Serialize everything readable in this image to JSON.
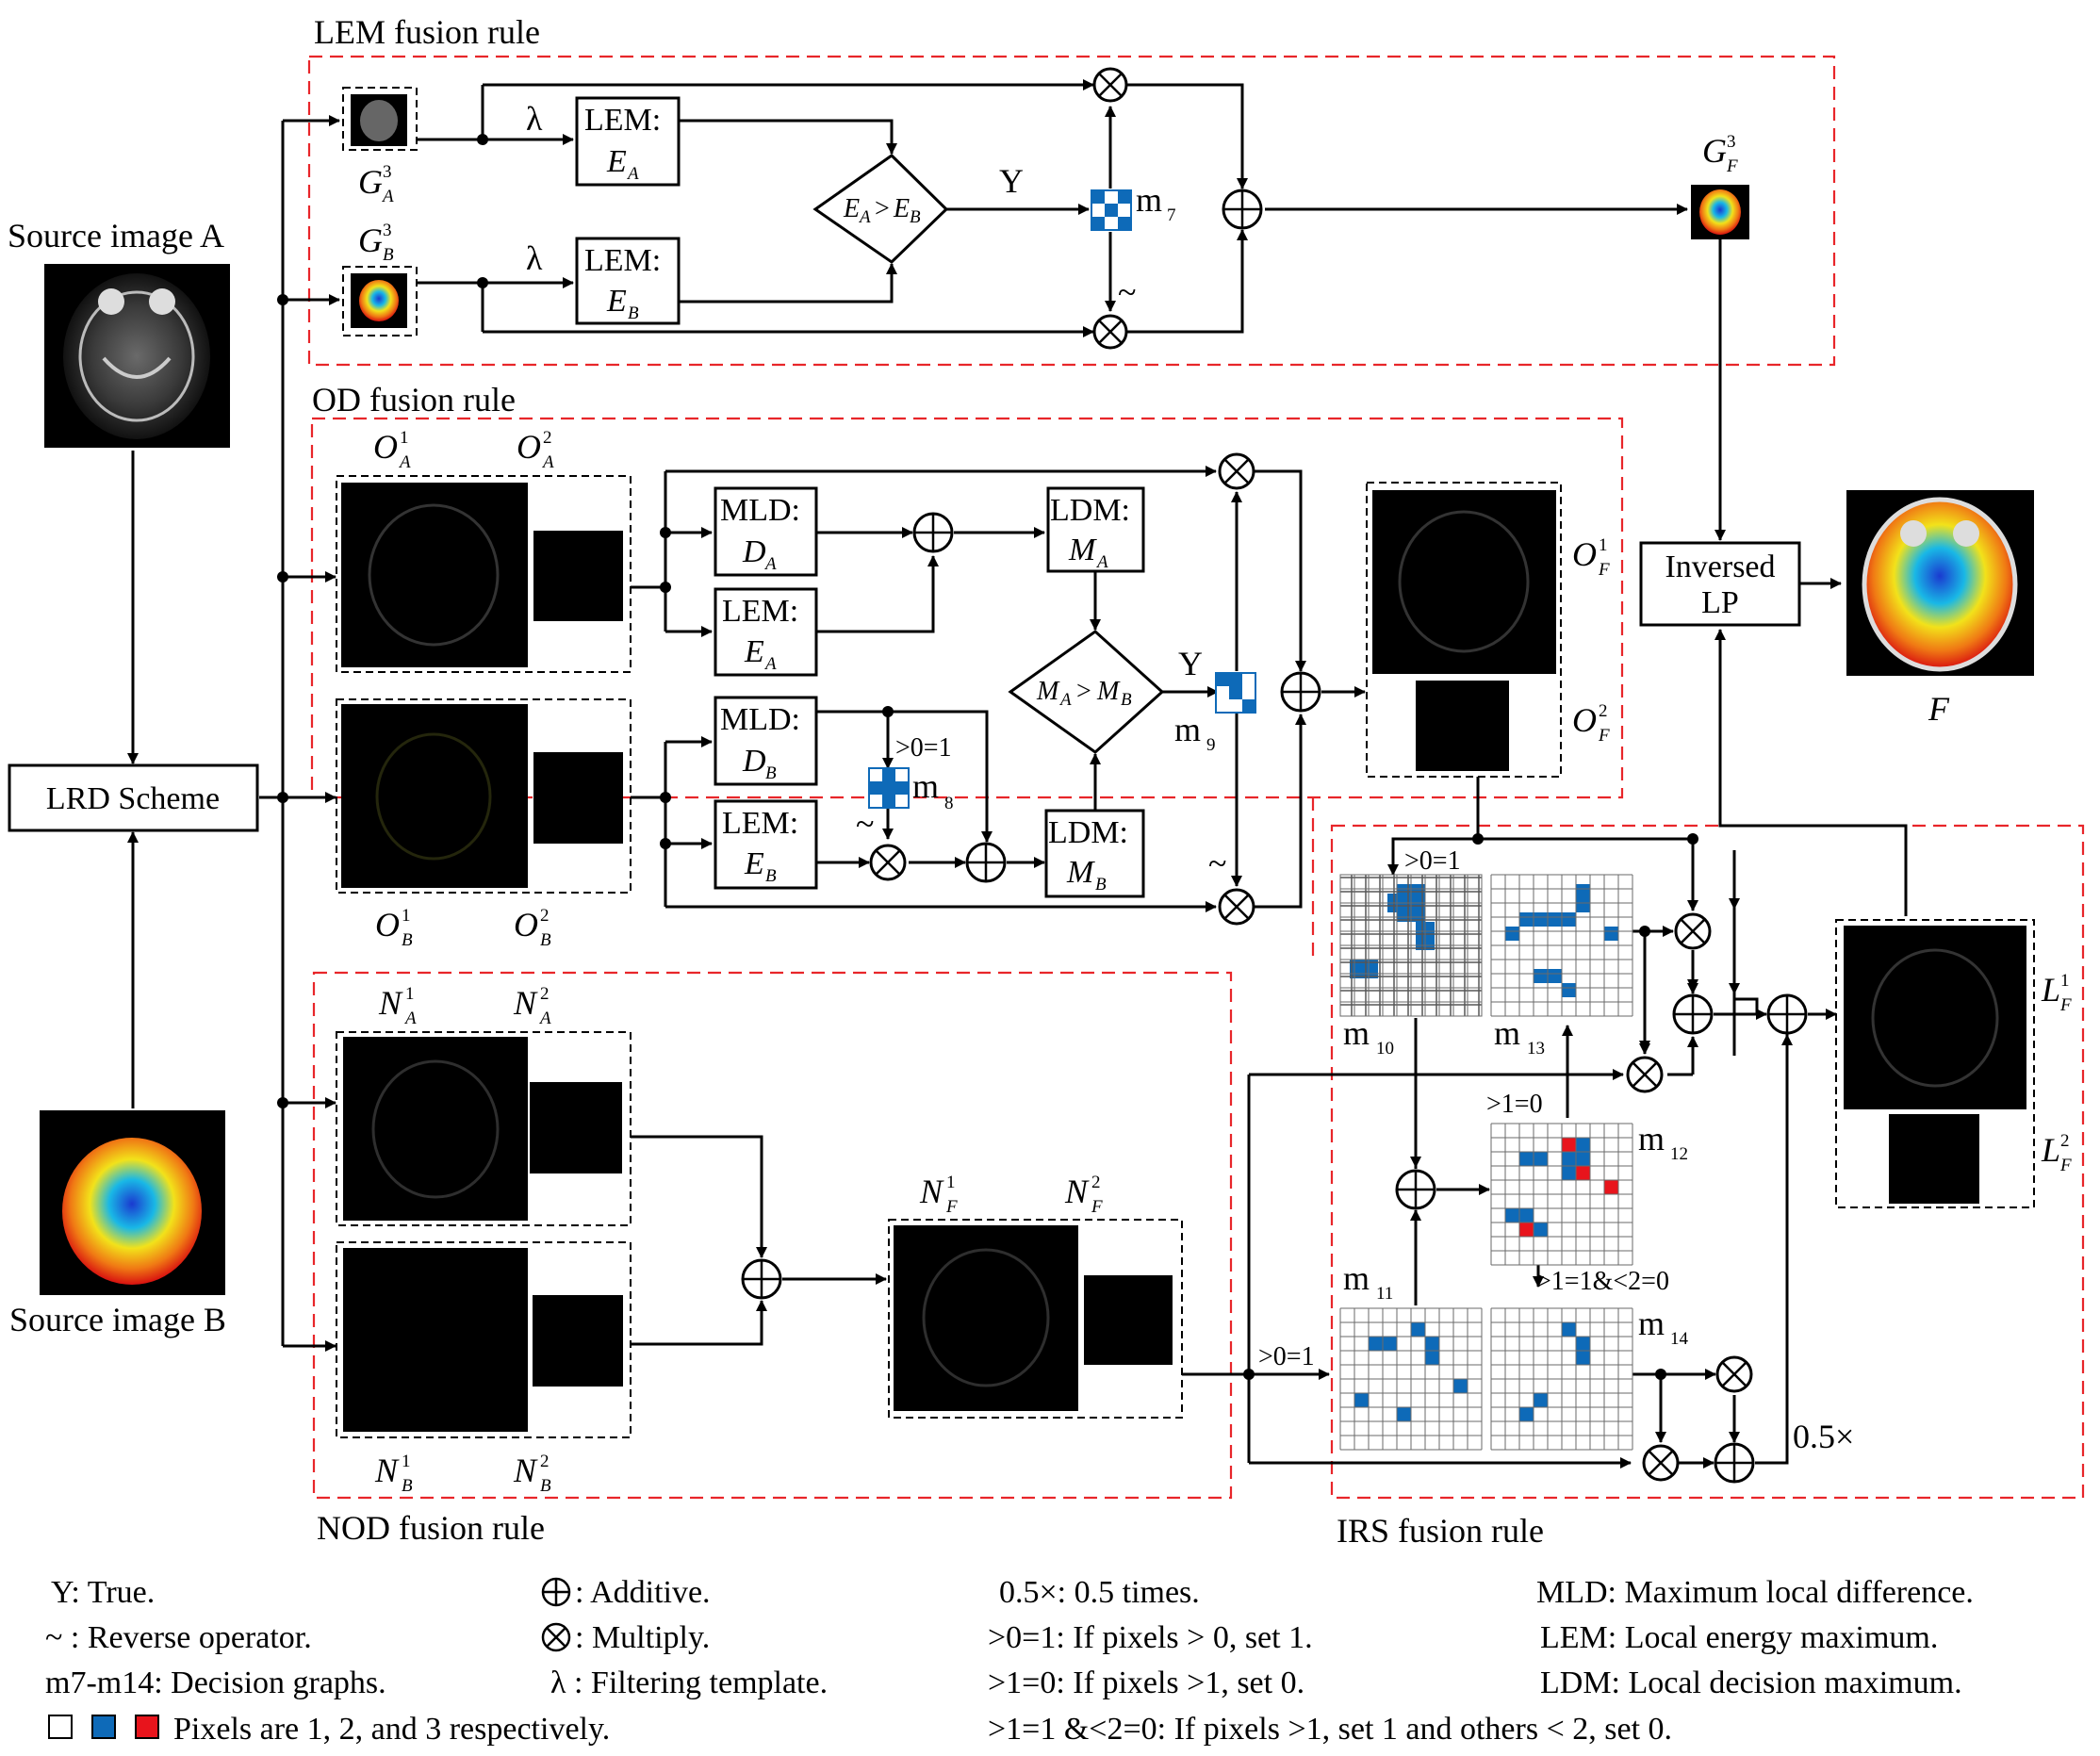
{
  "regions": {
    "lem": "LEM fusion rule",
    "od": "OD fusion rule",
    "nod": "NOD fusion rule",
    "irs": "IRS fusion rule"
  },
  "sources": {
    "a": "Source image A",
    "b": "Source image B"
  },
  "blocks": {
    "lrd": "LRD Scheme",
    "inv1": "Inversed",
    "inv2": "LP",
    "lem_title": "LEM:",
    "mld_title": "MLD:",
    "ldm_title": "LDM:"
  },
  "symbols": {
    "lambda": "λ",
    "yes": "Y",
    "tilde": "~",
    "gt0": ">0=1",
    "gt1": ">1=0",
    "gt1lt2": ">1=1&<2=0",
    "half": "0.5×",
    "output": "F"
  },
  "legend": {
    "c1": [
      "Y: True.",
      "~ : Reverse operator.",
      "m7-m14: Decision graphs.",
      "Pixels are 1, 2, and 3 respectively."
    ],
    "c2": [
      ": Additive.",
      ": Multiply.",
      "λ : Filtering template."
    ],
    "c3": [
      "0.5×: 0.5 times.",
      ">0=1: If pixels > 0, set 1.",
      ">1=0: If pixels >1, set 0.",
      ">1=1 &<2=0: If pixels >1, set 1 and others < 2, set 0."
    ],
    "c4": [
      "MLD: Maximum local difference.",
      "LEM: Local energy maximum.",
      "LDM: Local decision maximum."
    ]
  },
  "colors": {
    "dashed_region": "#e8262a",
    "pixel_blue": "#0e6ab8",
    "pixel_red": "#e8141c"
  }
}
